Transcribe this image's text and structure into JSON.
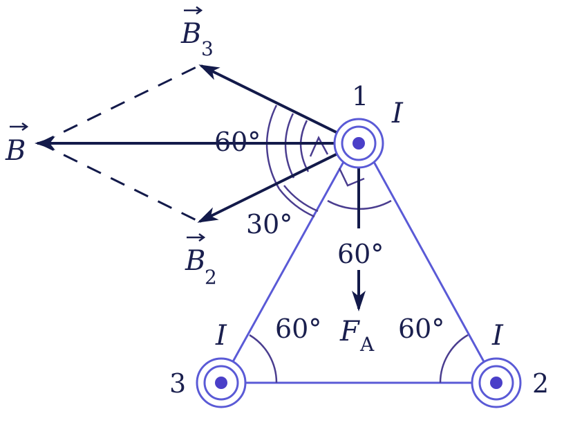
{
  "colors": {
    "triangle": "#5a5ad6",
    "vector": "#131a4a",
    "arc": "#4a3d8f",
    "text": "#1a1f4e"
  },
  "vectors": {
    "b": "B",
    "b2": "B",
    "b2_sub": "2",
    "b3": "B",
    "b3_sub": "3",
    "fa": "F",
    "fa_sub": "A"
  },
  "wires": {
    "w1": {
      "number": "1",
      "current": "I"
    },
    "w2": {
      "number": "2",
      "current": "I"
    },
    "w3": {
      "number": "3",
      "current": "I"
    }
  },
  "angles": {
    "top_b": "60°",
    "b2_side": "30°",
    "top_vertex": "60°",
    "bottom_left": "60°",
    "bottom_right": "60°"
  },
  "icons": {
    "wire_symbol": "current-out-of-page-icon",
    "vector_arrow": "vector-arrow-icon"
  }
}
